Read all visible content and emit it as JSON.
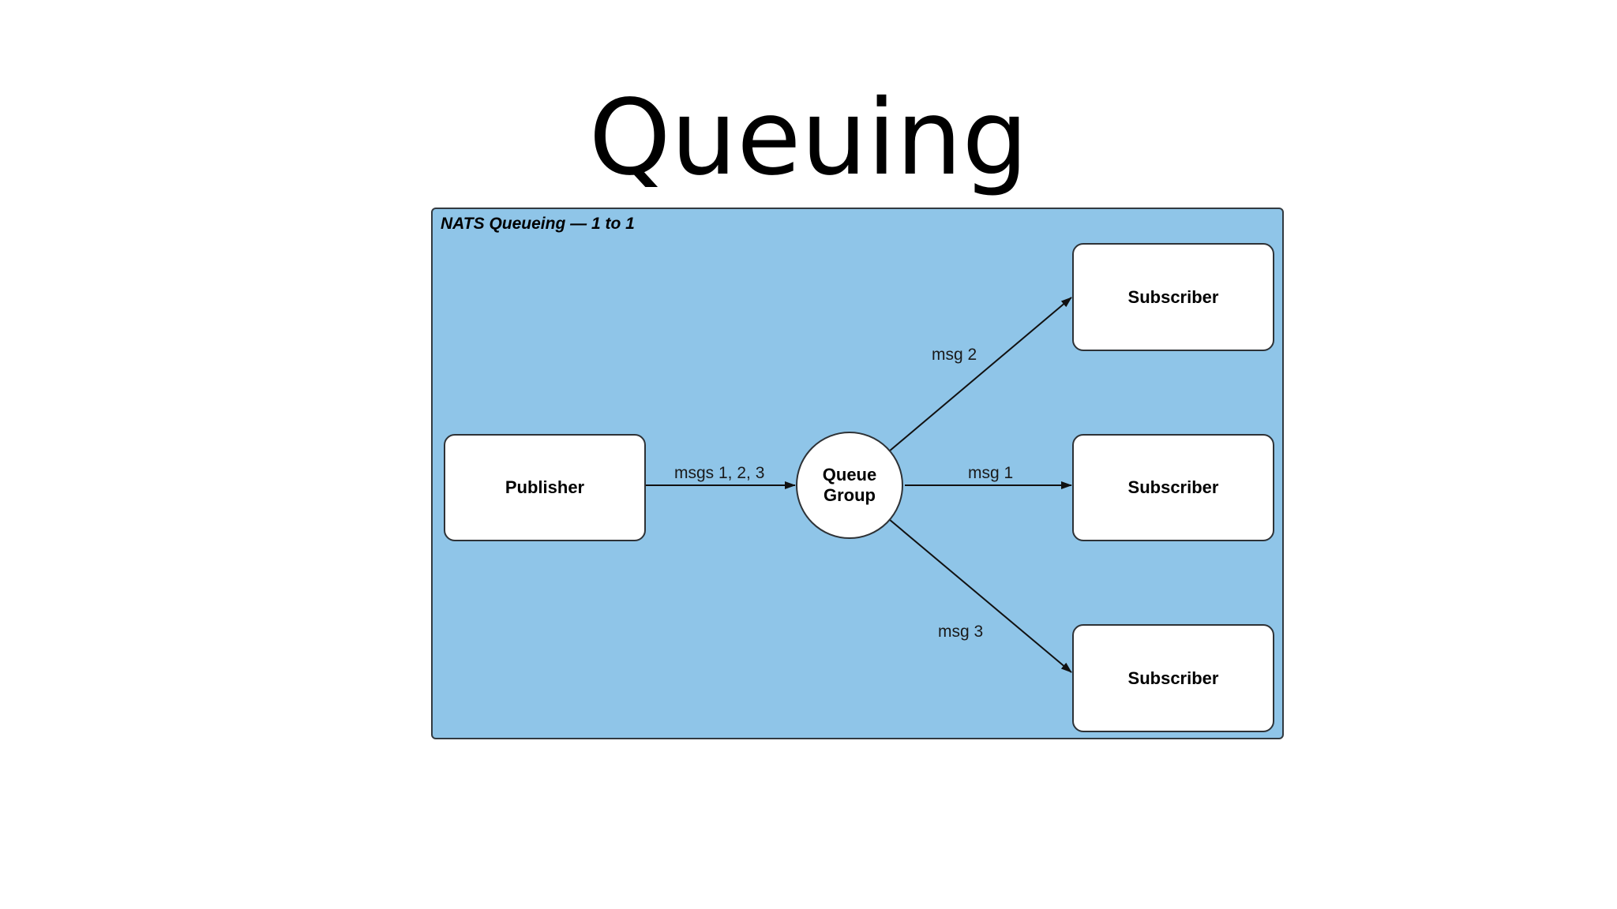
{
  "slide": {
    "title": "Queuing"
  },
  "diagram": {
    "frame_label": "NATS Queueing — 1 to 1",
    "colors": {
      "frame_fill": "#8fc5e8",
      "frame_stroke": "#333a40",
      "node_fill": "#ffffff",
      "edge_stroke": "#111111"
    },
    "nodes": {
      "publisher": "Publisher",
      "queue_group_line1": "Queue",
      "queue_group_line2": "Group",
      "subscriber_top": "Subscriber",
      "subscriber_middle": "Subscriber",
      "subscriber_bottom": "Subscriber"
    },
    "edges": {
      "publisher_to_queue": "msgs 1, 2, 3",
      "queue_to_top": "msg 2",
      "queue_to_middle": "msg 1",
      "queue_to_bottom": "msg 3"
    }
  }
}
